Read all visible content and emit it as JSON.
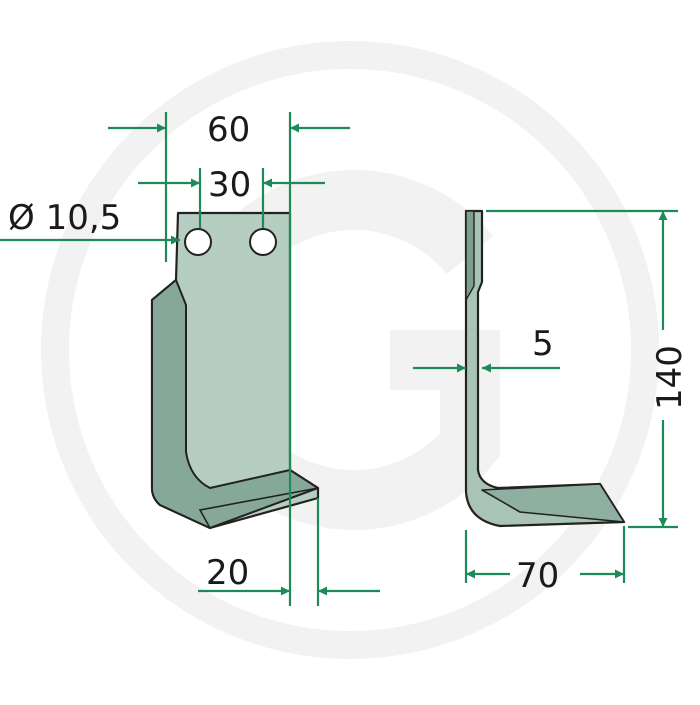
{
  "drawing": {
    "title": "",
    "watermark": "G",
    "colors": {
      "dimension_line": "#1e8a5a",
      "outline": "#222222",
      "blade_light": "#b9cfc4",
      "blade_mid": "#9db8ab",
      "blade_dark": "#6f9483",
      "watermark": "#f1f1f1",
      "text": "#1a1a1a"
    },
    "dimensions": {
      "overall_width": "60",
      "hole_spacing": "30",
      "hole_diameter": "Ø 10,5",
      "tip_width": "20",
      "thickness": "5",
      "height": "140",
      "foot_length": "70"
    }
  }
}
